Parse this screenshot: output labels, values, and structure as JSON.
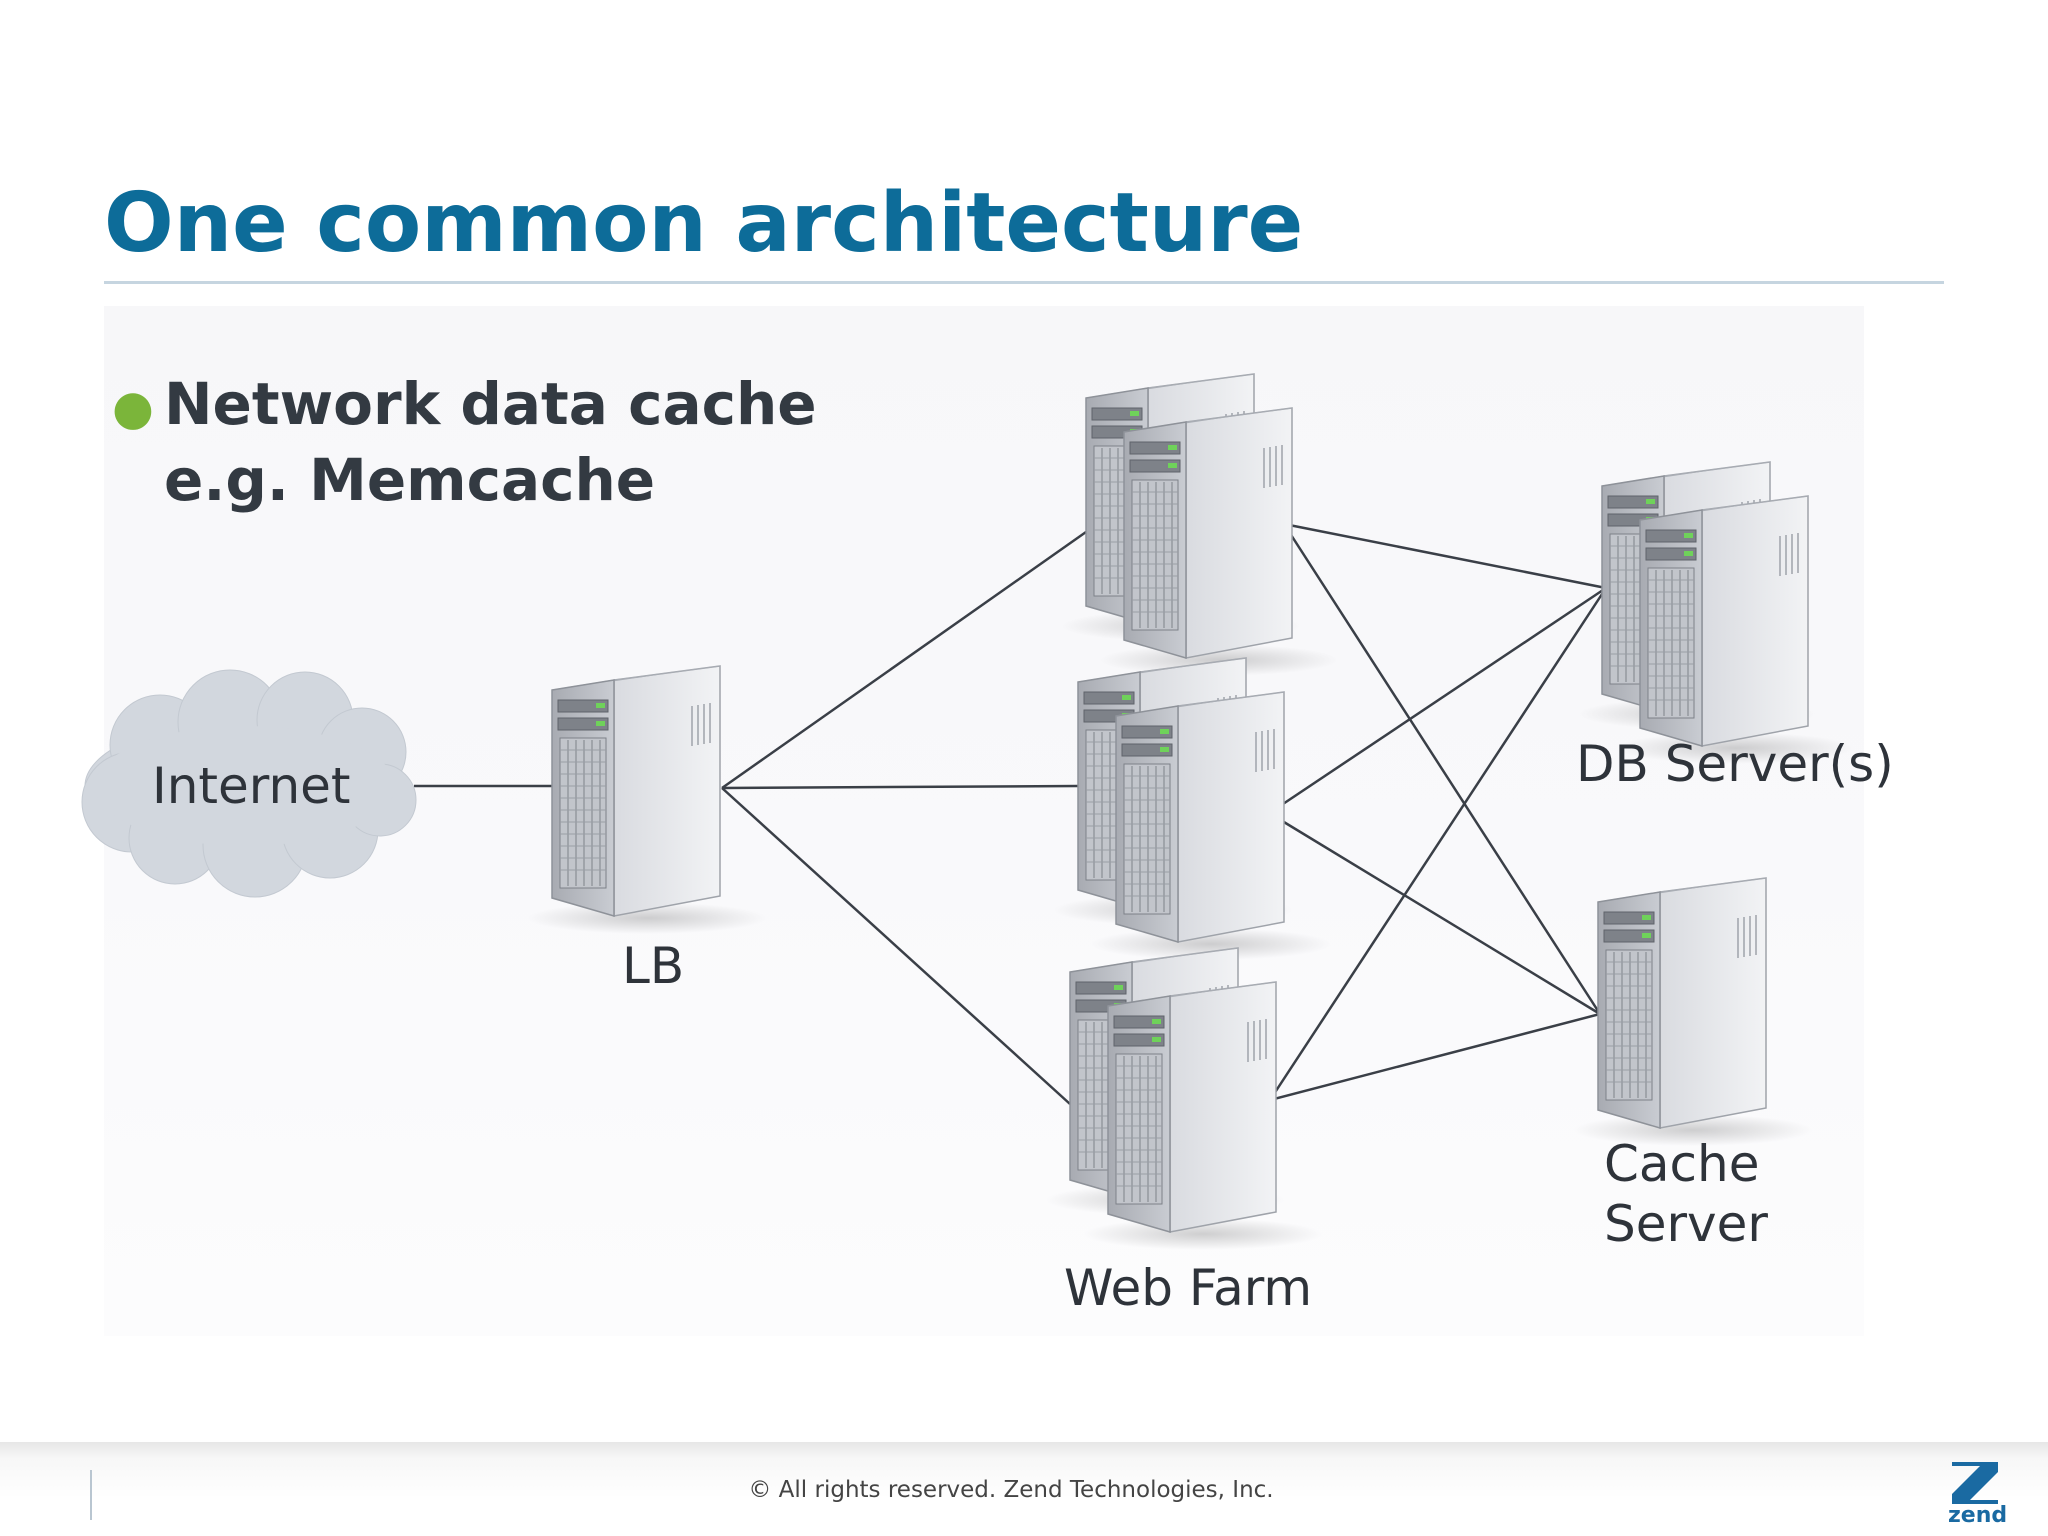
{
  "slide": {
    "title": "One common architecture",
    "bullet_lines": [
      "Network data cache",
      "e.g. Memcache"
    ]
  },
  "diagram": {
    "nodes": {
      "internet": "Internet",
      "lb": "LB",
      "web_farm": "Web Farm",
      "db_servers": "DB Server(s)",
      "cache_server_line1": "Cache",
      "cache_server_line2": "Server"
    },
    "icons": [
      "cloud-icon",
      "server-tower-icon"
    ]
  },
  "footer": {
    "copyright": "© All rights reserved. Zend Technologies, Inc.",
    "logo_text": "zend"
  },
  "colors": {
    "title": "#0d6c99",
    "bullet": "#7bb53a",
    "connector": "#3a3f47",
    "logo": "#1a6aa2"
  }
}
